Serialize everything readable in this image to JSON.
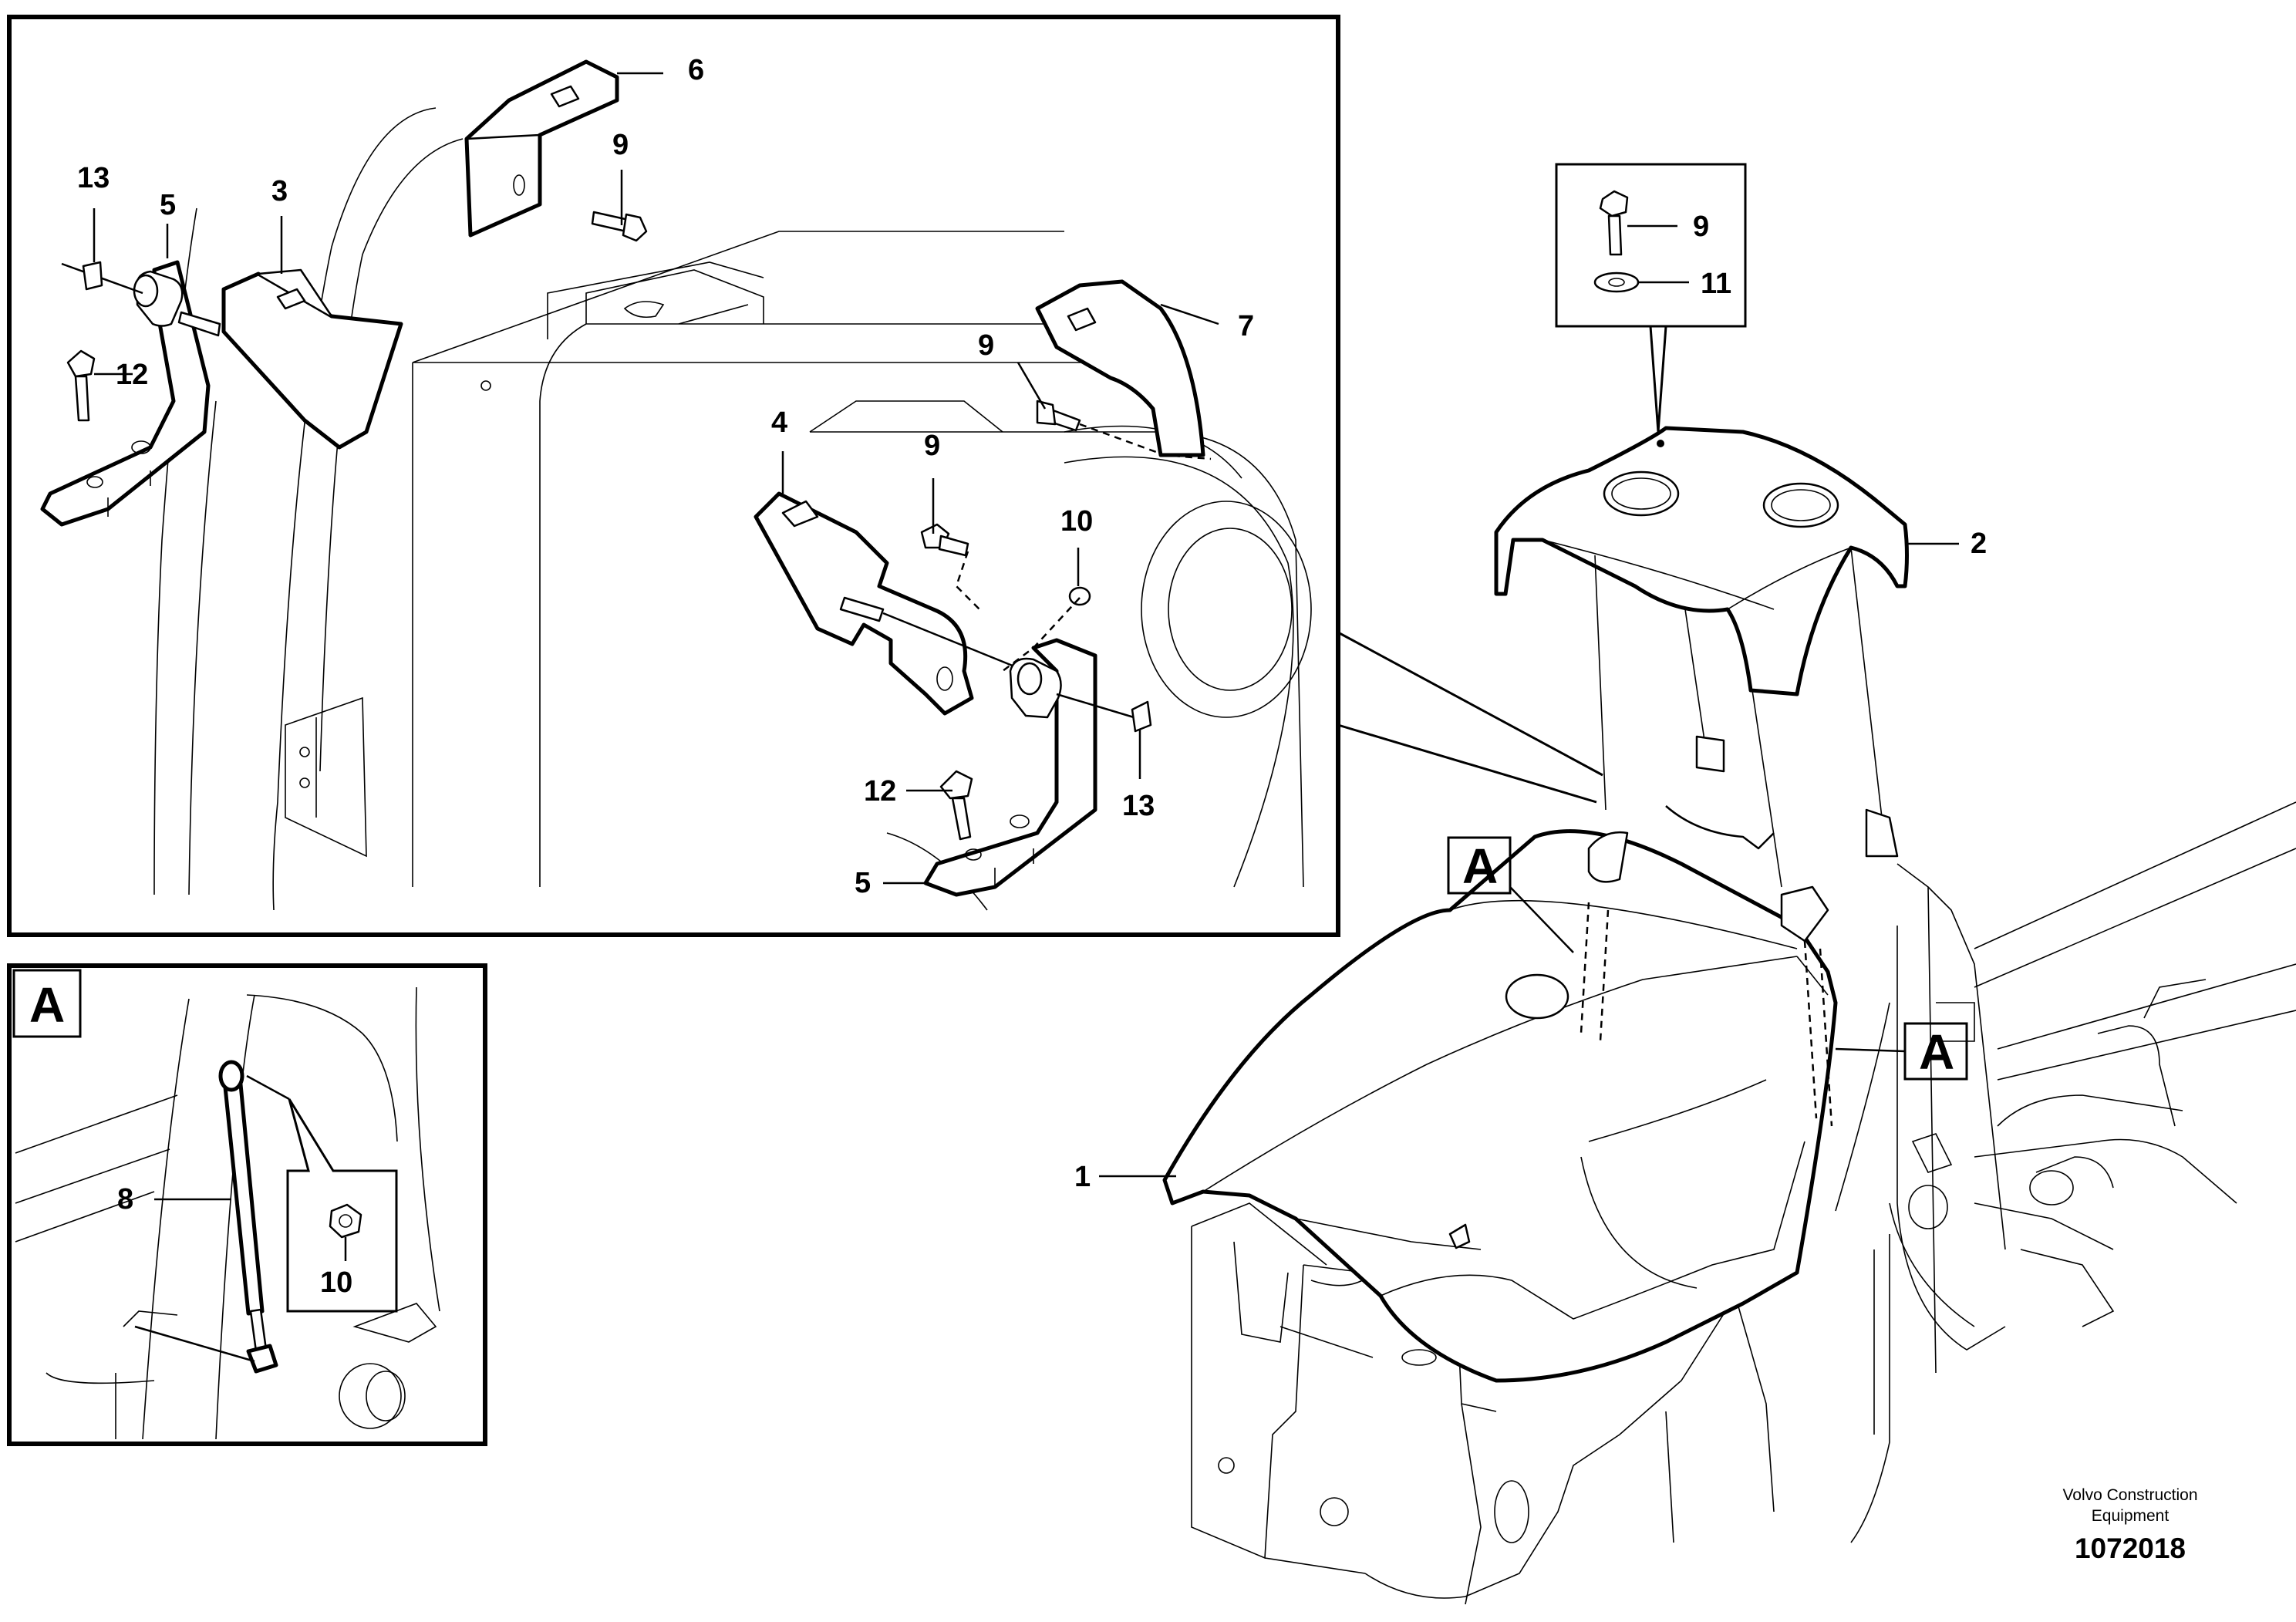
{
  "callouts": {
    "c1": "1",
    "c2": "2",
    "c3": "3",
    "c4": "4",
    "c5a": "5",
    "c5b": "5",
    "c6": "6",
    "c7": "7",
    "c8": "8",
    "c9a": "9",
    "c9b": "9",
    "c9c": "9",
    "c9d": "9",
    "c10a": "10",
    "c10b": "10",
    "c11": "11",
    "c12a": "12",
    "c12b": "12",
    "c13a": "13",
    "c13b": "13"
  },
  "view_labels": {
    "detail_box": "A",
    "ref_left": "A",
    "ref_right": "A"
  },
  "footer": {
    "brand_line1": "Volvo Construction",
    "brand_line2": "Equipment",
    "doc_number": "1072018"
  }
}
